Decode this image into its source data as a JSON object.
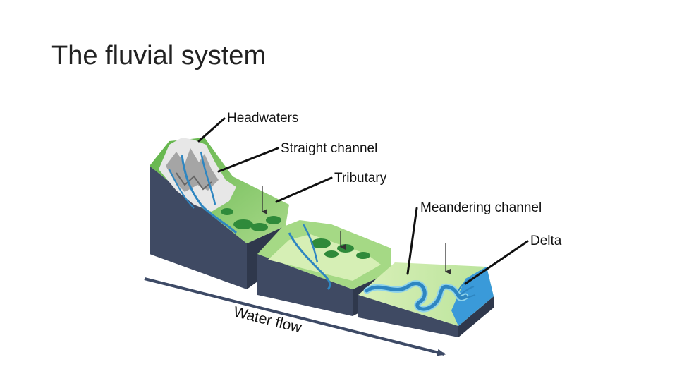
{
  "title": "The fluvial system",
  "labels": {
    "headwaters": "Headwaters",
    "straight_channel": "Straight channel",
    "tributary": "Tributary",
    "meandering_channel": "Meandering channel",
    "delta": "Delta"
  },
  "flow_label": "Water flow",
  "colors": {
    "rock_face": "#3f4a63",
    "rock_face_dark": "#2f384c",
    "grass_light": "#c9e8a4",
    "grass_mid": "#7cc35a",
    "grass_dark": "#2f8a3a",
    "water": "#2e86c1",
    "water_light": "#8fd3ea",
    "sea": "#3a9ad9",
    "snow": "#eeeeee",
    "rock_grey": "#9a9a9a",
    "leader_line": "#111111",
    "flow_arrow": "#3d4a66"
  }
}
